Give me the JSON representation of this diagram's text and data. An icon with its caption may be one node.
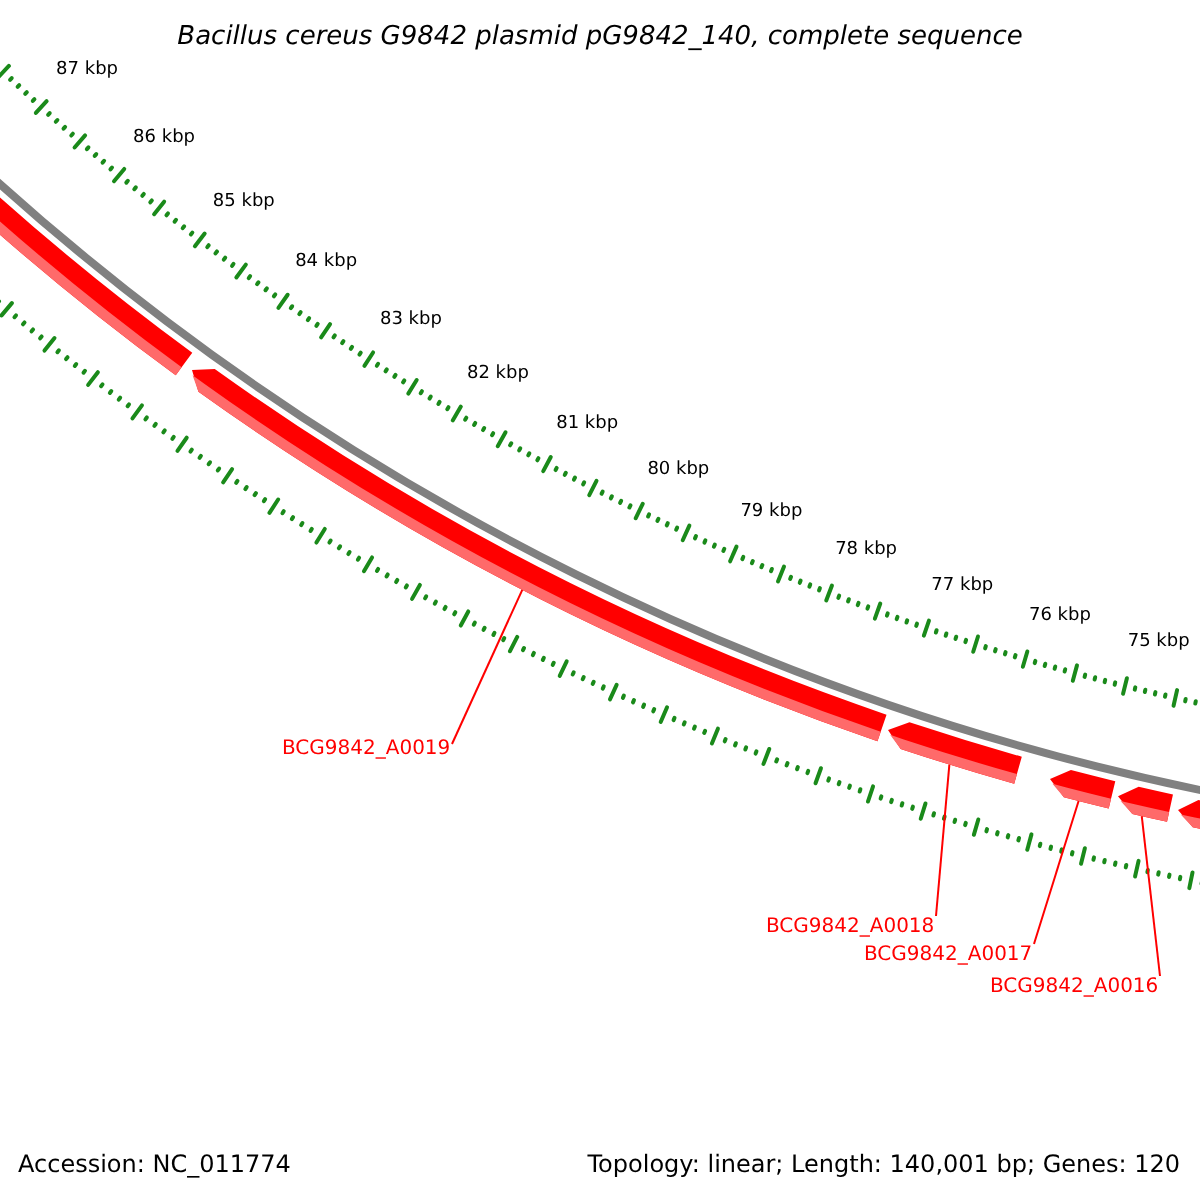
{
  "diagram": {
    "title": "Bacillus cereus G9842 plasmid pG9842_140, complete sequence",
    "nodes": [
      {
        "text": [],
        "shape": "arrow"
      },
      {
        "text": [],
        "shape": "arrow"
      },
      {
        "text": [],
        "shape": "arrow"
      },
      {
        "text": [],
        "shape": "arrow"
      },
      {
        "text": [],
        "shape": "arrow"
      },
      {
        "text": [],
        "shape": "arrow"
      },
      {
        "text": [
          "BCG9842_A0019"
        ]
      },
      {
        "text": [
          "BCG9842_A0018"
        ]
      },
      {
        "text": [
          "BCG9842_A0017"
        ]
      },
      {
        "text": [
          "BCG9842_A0016"
        ]
      }
    ],
    "edges": [
      {
        "from": 6,
        "to": 1,
        "arrow": "none"
      },
      {
        "from": 7,
        "to": 2,
        "arrow": "none"
      },
      {
        "from": 8,
        "to": 3,
        "arrow": "none"
      },
      {
        "from": 9,
        "to": 4,
        "arrow": "none"
      }
    ],
    "labels": [
      "87 kbp",
      "86 kbp",
      "85 kbp",
      "84 kbp",
      "83 kbp",
      "82 kbp",
      "81 kbp",
      "80 kbp",
      "79 kbp",
      "78 kbp",
      "77 kbp",
      "76 kbp",
      "75 kbp",
      "Accession: NC_011774",
      "Topology: linear; Length: 140,001 bp; Genes: 120"
    ]
  }
}
